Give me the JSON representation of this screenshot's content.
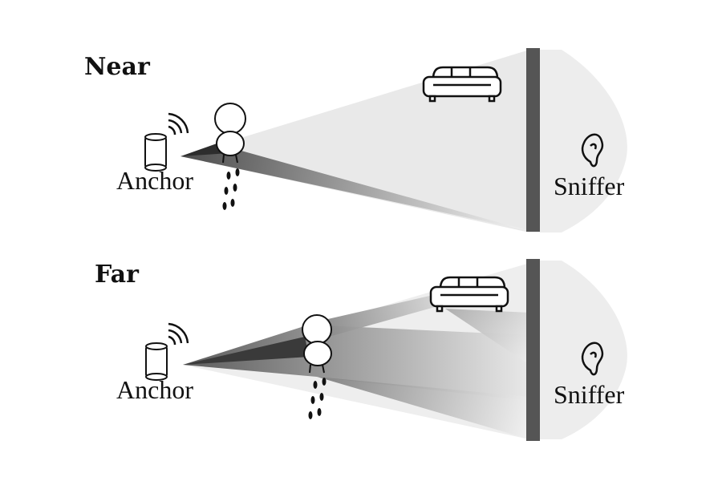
{
  "panels": [
    {
      "title": "Near",
      "transmitter_label": "Anchor",
      "receiver_label": "Sniffer"
    },
    {
      "title": "Far",
      "transmitter_label": "Anchor",
      "receiver_label": "Sniffer"
    }
  ],
  "icons": [
    "anchor-speaker-icon",
    "wifi-signal-icon",
    "person-icon",
    "footprints-icon",
    "sofa-icon",
    "wall",
    "ear-icon"
  ],
  "colors": {
    "wall": "#555555",
    "beam_dark": "#444444",
    "beam_light": "#f2f2f2",
    "ink": "#111111"
  }
}
